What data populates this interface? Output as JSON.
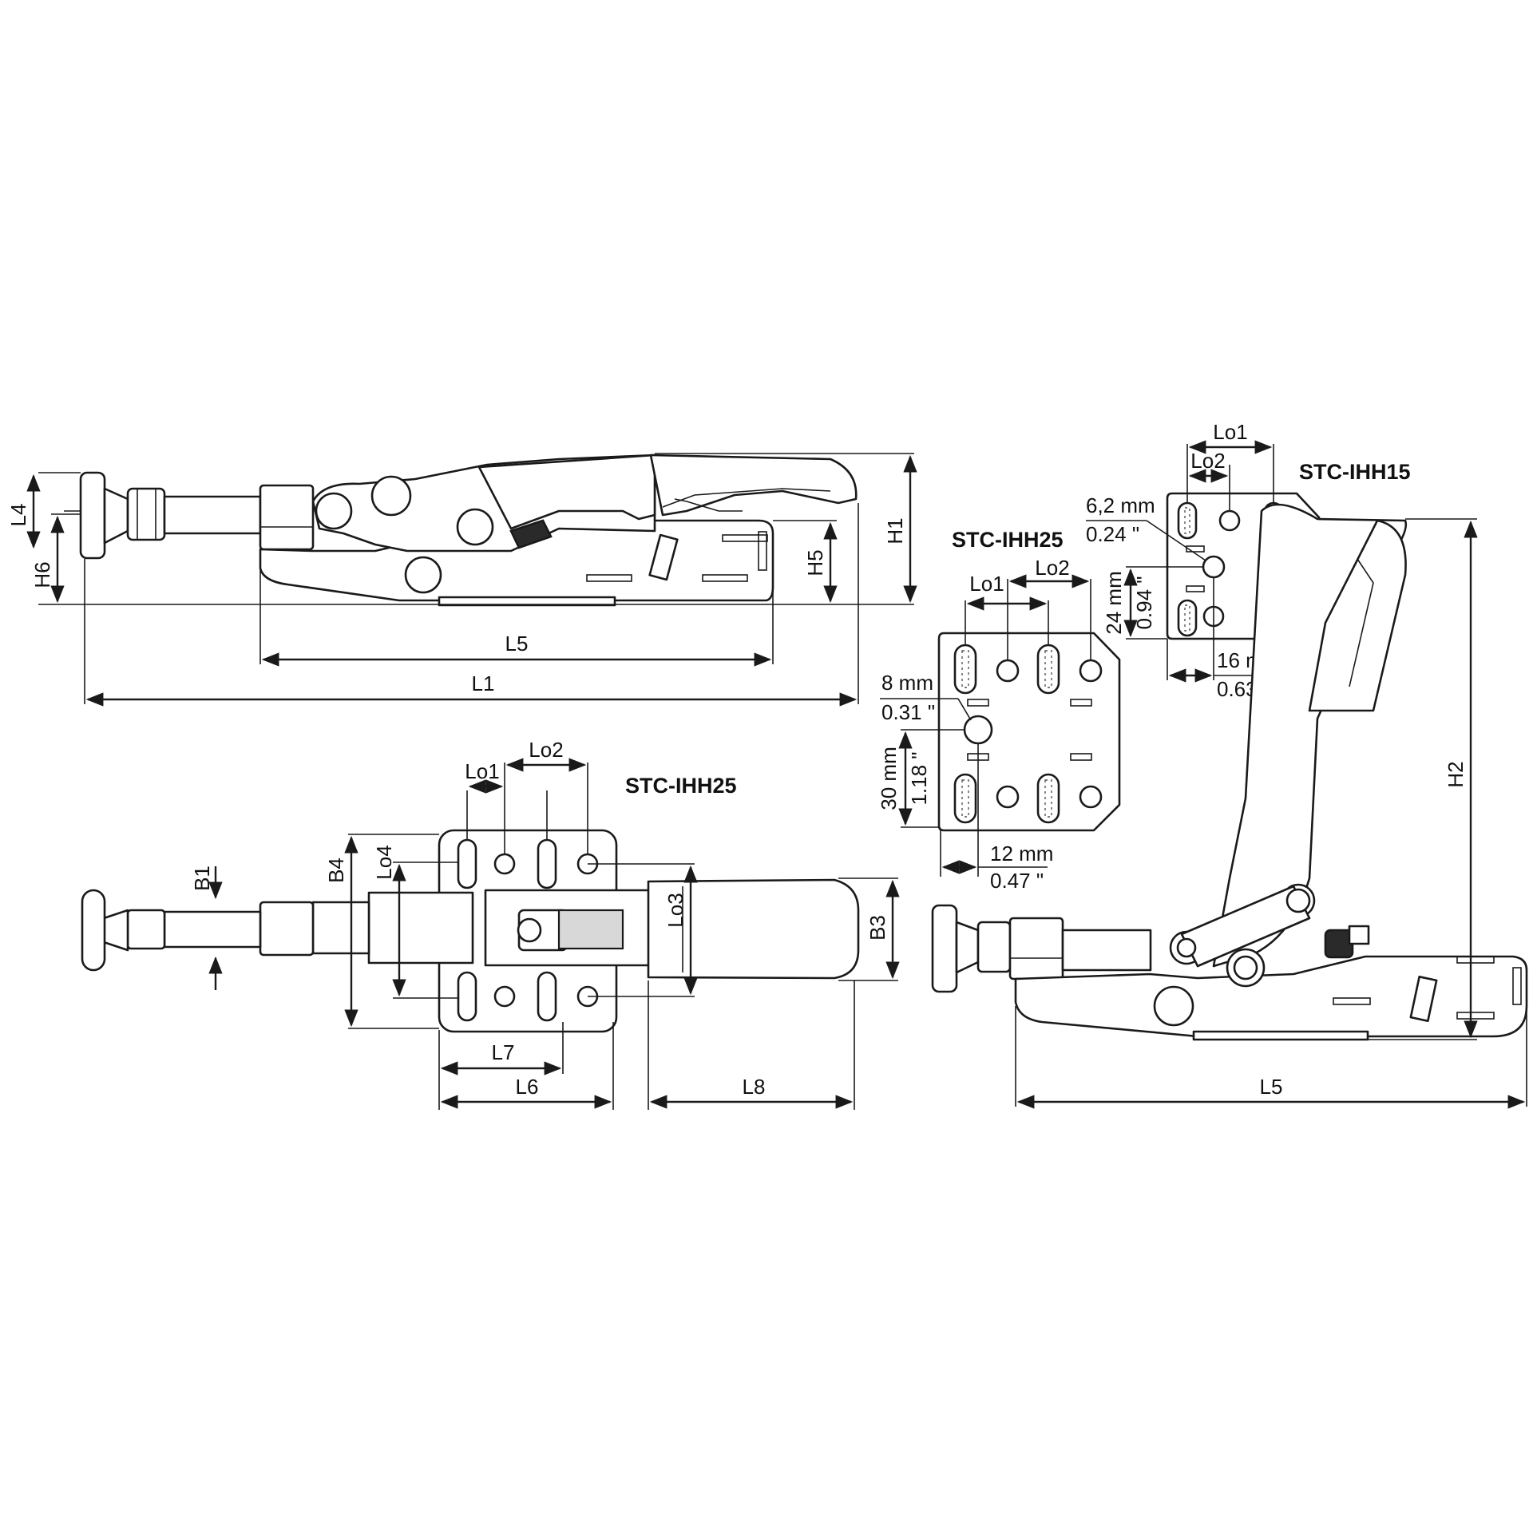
{
  "titles": {
    "top_view": "STC-IHH25",
    "plate_ihh25": "STC-IHH25",
    "plate_ihh15": "STC-IHH15"
  },
  "dimensions": {
    "L1": "L1",
    "L4": "L4",
    "L5": "L5",
    "L5b": "L5",
    "L6": "L6",
    "L7": "L7",
    "L8": "L8",
    "H1": "H1",
    "H2": "H2",
    "H5": "H5",
    "H6": "H6",
    "B1": "B1",
    "B3": "B3",
    "B4": "B4",
    "Lo1": "Lo1",
    "Lo2": "Lo2",
    "Lo3": "Lo3",
    "Lo4": "Lo4",
    "plate25_Lo1": "Lo1",
    "plate25_Lo2": "Lo2",
    "plate15_Lo1": "Lo1",
    "plate15_Lo2": "Lo2"
  },
  "plate_ihh25": {
    "hole_mm": "8 mm",
    "hole_in": "0.31 \"",
    "vert_mm": "30 mm",
    "vert_in": "1.18 \"",
    "horiz_mm": "12 mm",
    "horiz_in": "0.47 \""
  },
  "plate_ihh15": {
    "hole_mm": "6,2 mm",
    "hole_in": "0.24 \"",
    "vert_mm": "24 mm",
    "vert_in": "0.94 \"",
    "horiz_mm": "16 mm",
    "horiz_in": "0.63 \""
  }
}
